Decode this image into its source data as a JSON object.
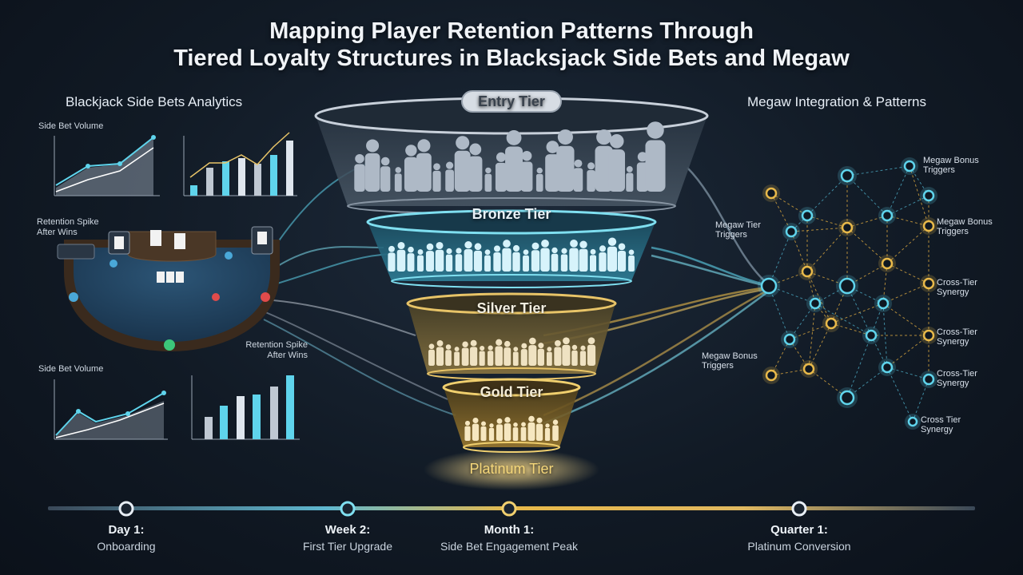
{
  "title": {
    "line1": "Mapping Player Retention Patterns Through",
    "line2": "Tiered Loyalty Structures in Blacksjack Side Bets and Megaw"
  },
  "left": {
    "heading": "Blackjack Side Bets Analytics",
    "chart_top_left_label": "Side Bet Volume",
    "retention_label_1": "Retention Spike\nAfter Wins",
    "retention_label_2": "Retention Spike\nAfter Wins",
    "chart_bottom_left_label": "Side Bet Volume"
  },
  "right": {
    "heading": "Megaw Integration & Patterns",
    "labels": {
      "bonus_top": "Megaw Bonus\nTriggers",
      "tier_triggers": "Megaw Tier\nTriggers",
      "bonus_mid": "Megaw Bonus\nTriggers",
      "synergy_1": "Cross-Tier\nSynergy",
      "synergy_2": "Cross-Tier\nSynergy",
      "bonus_low": "Megaw Bonus\nTriggers",
      "synergy_3": "Cross-Tier\nSynergy",
      "synergy_4": "Cross Tier\nSynergy"
    }
  },
  "tiers": [
    {
      "name": "Entry Tier",
      "color": "#dfe6ee"
    },
    {
      "name": "Bronze Tier",
      "color": "#e9f2f8"
    },
    {
      "name": "Silver Tier",
      "color": "#f1ede0"
    },
    {
      "name": "Gold Tier",
      "color": "#f4ecd6"
    },
    {
      "name": "Platinum Tier",
      "color": "#f5d77a"
    }
  ],
  "timeline": [
    {
      "a": "Day 1:",
      "b": "Onboarding"
    },
    {
      "a": "Week 2:",
      "b": "First Tier Upgrade"
    },
    {
      "a": "Month 1:",
      "b": "Side Bet Engagement Peak"
    },
    {
      "a": "Quarter 1:",
      "b": "Platinum Conversion"
    }
  ],
  "colors": {
    "cyan": "#5fd4ec",
    "gold": "#e8b94a",
    "silver": "#c8d0da"
  }
}
